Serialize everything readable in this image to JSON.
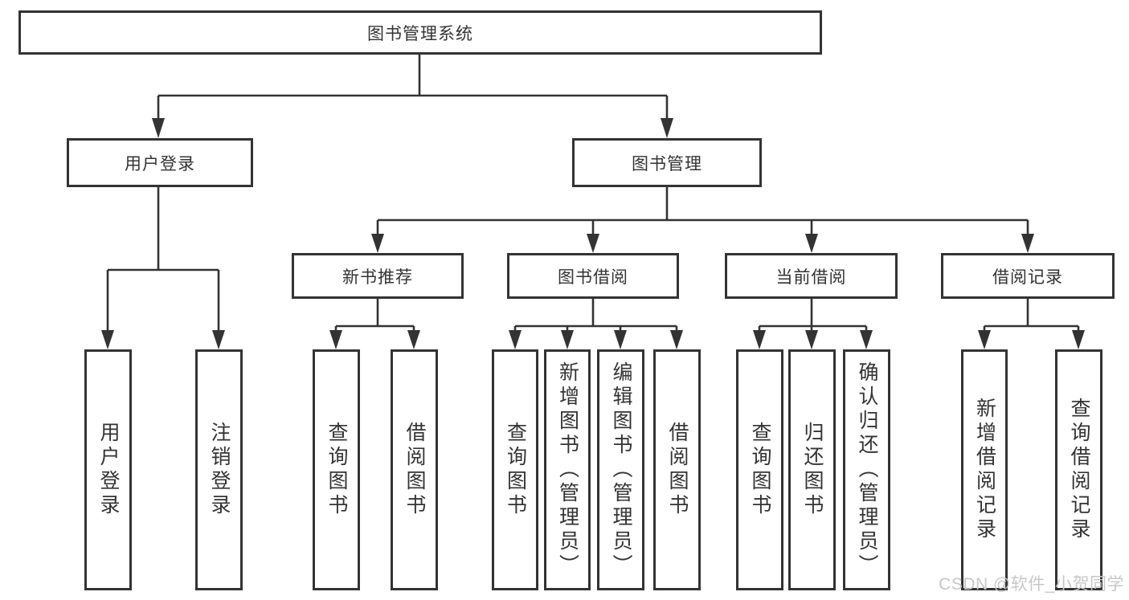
{
  "tree": {
    "label": "图书管理系统",
    "children": [
      {
        "label": "用户登录",
        "children": [
          {
            "label": "用户登录"
          },
          {
            "label": "注销登录"
          }
        ]
      },
      {
        "label": "图书管理",
        "children": [
          {
            "label": "新书推荐",
            "children": [
              {
                "label": "查询图书"
              },
              {
                "label": "借阅图书"
              }
            ]
          },
          {
            "label": "图书借阅",
            "children": [
              {
                "label": "查询图书"
              },
              {
                "label": "新增图书（管理员）"
              },
              {
                "label": "编辑图书（管理员）"
              },
              {
                "label": "借阅图书"
              }
            ]
          },
          {
            "label": "当前借阅",
            "children": [
              {
                "label": "查询图书"
              },
              {
                "label": "归还图书"
              },
              {
                "label": "确认归还（管理员）"
              }
            ]
          },
          {
            "label": "借阅记录",
            "children": [
              {
                "label": "新增借阅记录"
              },
              {
                "label": "查询借阅记录"
              }
            ]
          }
        ]
      }
    ]
  },
  "watermark": {
    "text": "CSDN @软件_小贺同学"
  },
  "colors": {
    "line": "#333333",
    "box_border": "#333333",
    "box_fill": "#ffffff",
    "text": "#333333",
    "watermark": "#c7c7c7"
  }
}
